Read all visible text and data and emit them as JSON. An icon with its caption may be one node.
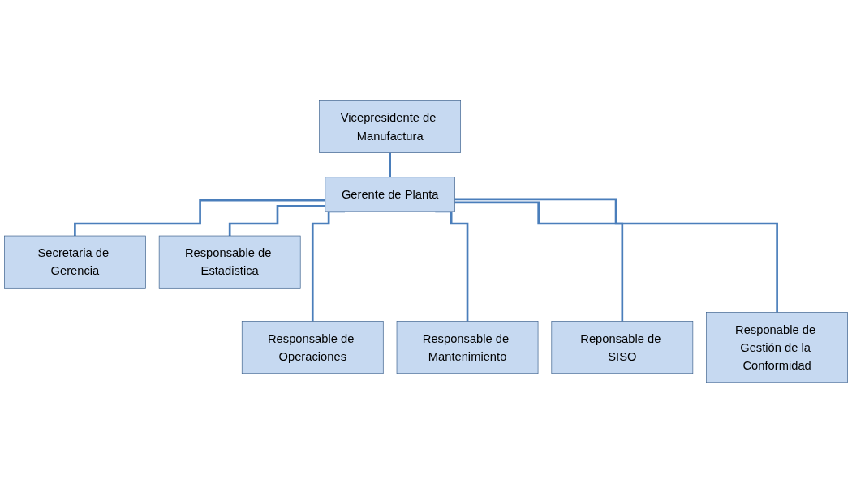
{
  "diagram": {
    "nodes": [
      {
        "text": [
          "Vicepresidente de Manufactura"
        ]
      },
      {
        "text": [
          "Gerente de Planta"
        ]
      },
      {
        "text": [
          "Secretaria de Gerencia"
        ]
      },
      {
        "text": [
          "Responsable de Estadistica"
        ]
      },
      {
        "text": [
          "Responsable de Operaciones"
        ]
      },
      {
        "text": [
          "Responsable de Mantenimiento"
        ]
      },
      {
        "text": [
          "Reponsable de SISO"
        ]
      },
      {
        "text": [
          "Responable de Gestión de la Conformidad"
        ]
      }
    ],
    "edges": [
      {
        "from": 0,
        "to": 1,
        "arrow": "none"
      },
      {
        "from": 1,
        "to": 2,
        "arrow": "none"
      },
      {
        "from": 1,
        "to": 3,
        "arrow": "none"
      },
      {
        "from": 1,
        "to": 4,
        "arrow": "none"
      },
      {
        "from": 1,
        "to": 5,
        "arrow": "none"
      },
      {
        "from": 1,
        "to": 6,
        "arrow": "none"
      },
      {
        "from": 1,
        "to": 7,
        "arrow": "none"
      }
    ]
  }
}
